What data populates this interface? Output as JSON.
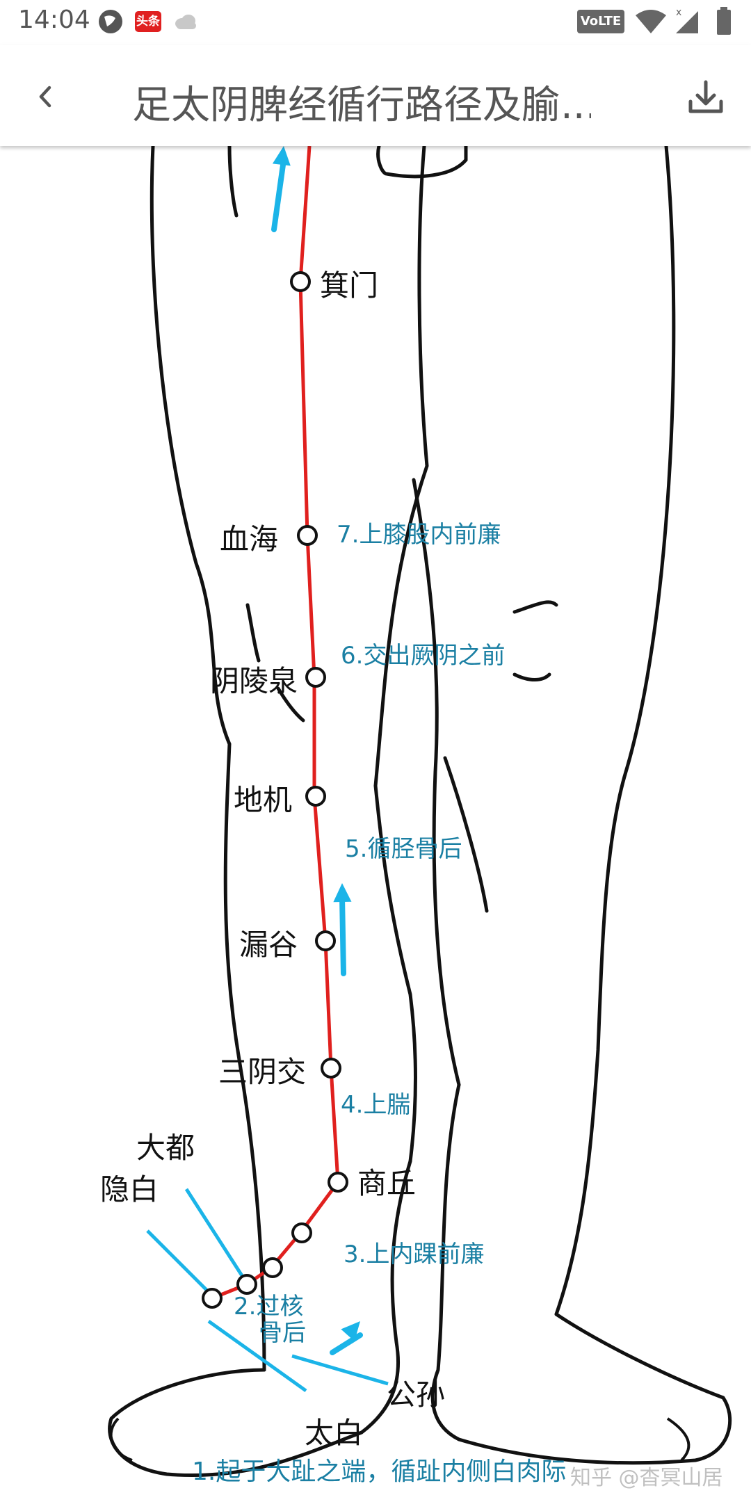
{
  "status_bar": {
    "time": "14:04",
    "network_label": "VoLTE",
    "icons": [
      "browser-icon",
      "toutiao-icon",
      "cloud-icon",
      "volte-icon",
      "wifi-icon",
      "signal-icon",
      "battery-icon"
    ],
    "toutiao_label": "头条"
  },
  "app_bar": {
    "back_icon": "chevron-left-icon",
    "title": "足太阴脾经循行路径及腧...",
    "download_icon": "download-icon"
  },
  "illustration": {
    "colors": {
      "meridian": "#e0201e",
      "arrow": "#1bb4e8",
      "annotation": "#1a7fa3",
      "outline": "#111111"
    },
    "points": [
      {
        "name": "箕门"
      },
      {
        "name": "血海"
      },
      {
        "name": "阴陵泉"
      },
      {
        "name": "地机"
      },
      {
        "name": "漏谷"
      },
      {
        "name": "三阴交"
      },
      {
        "name": "商丘"
      },
      {
        "name": "大都"
      },
      {
        "name": "隐白"
      },
      {
        "name": "公孙"
      },
      {
        "name": "太白"
      }
    ],
    "annotations": [
      {
        "text": "7.上膝股内前廉"
      },
      {
        "text": "6.交出厥阴之前"
      },
      {
        "text": "5.循胫骨后"
      },
      {
        "text": "4.上腨"
      },
      {
        "text": "3.上内踝前廉"
      },
      {
        "text": "2.过核"
      },
      {
        "text": "骨后"
      },
      {
        "text": "1.起于大趾之端，循趾内侧白肉际"
      }
    ],
    "watermark": "知乎 @杳冥山居"
  }
}
